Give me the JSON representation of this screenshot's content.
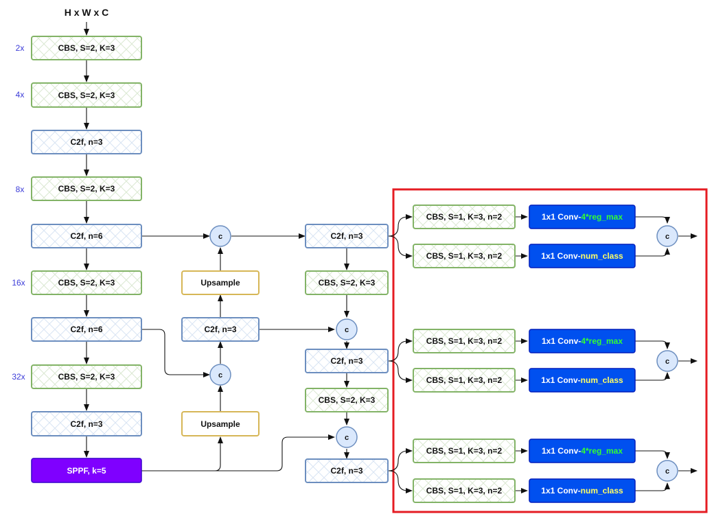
{
  "input_label": "H x W x C",
  "scale_labels": [
    "2x",
    "4x",
    "8x",
    "16x",
    "32x"
  ],
  "concat_label": "c",
  "backbone": {
    "cbs_s2": "CBS, S=2, K=3",
    "c2f_3": "C2f, n=3",
    "c2f_6": "C2f, n=6",
    "sppf": "SPPF, k=5"
  },
  "neck": {
    "upsample": "Upsample",
    "c2f_3": "C2f, n=3",
    "cbs_s2": "CBS, S=2, K=3"
  },
  "head": {
    "cbs_branch": "CBS, S=1, K=3, n=2",
    "conv_prefix": "1x1 Conv-",
    "reg_suffix": "4*reg_max",
    "cls_suffix": "num_class"
  },
  "colors": {
    "cbs_border": "#82b366",
    "c2f_border": "#6c8ebf",
    "upsample_border": "#d6b656",
    "sppf_fill": "#7f00ff",
    "conv_fill": "#0050ef",
    "reg_text": "#33ff33",
    "cls_text": "#ffff66",
    "concat_fill": "#dae8fc",
    "highlight_border": "#e51c23",
    "scale_text": "#3b3bd8"
  }
}
